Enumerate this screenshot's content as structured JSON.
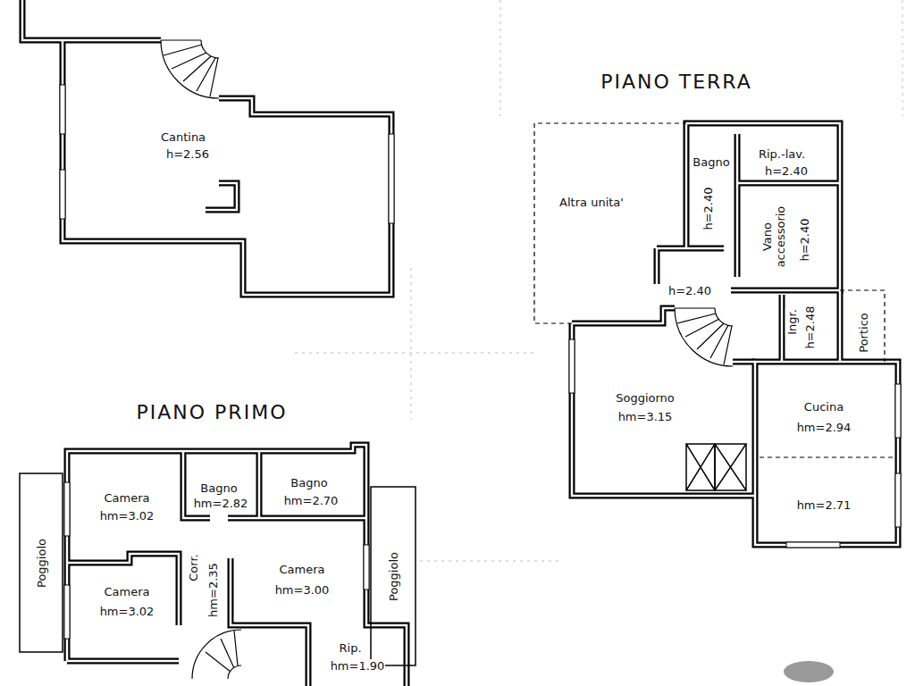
{
  "diagram": {
    "labels": [
      "Cantina",
      "h=2.56",
      "PIANO TERRA",
      "Altra unita'",
      "Bagno",
      "h=2.40",
      "Rip.-lav.",
      "h=2.40",
      "Vano accessorio",
      "h=2.40",
      "h=2.40",
      "Ingr.",
      "h=2.48",
      "Portico",
      "Soggiorno",
      "hm=3.15",
      "Cucina",
      "hm=2.94",
      "hm=2.71",
      "PIANO PRIMO",
      "Camera",
      "hm=3.02",
      "Bagno",
      "hm=2.82",
      "Bagno",
      "hm=2.70",
      "Camera",
      "hm=3.02",
      "Corr.",
      "hm=2.35",
      "Camera",
      "hm=3.00",
      "Poggiolo",
      "Poggiolo",
      "Rip.",
      "hm=1.90"
    ]
  }
}
